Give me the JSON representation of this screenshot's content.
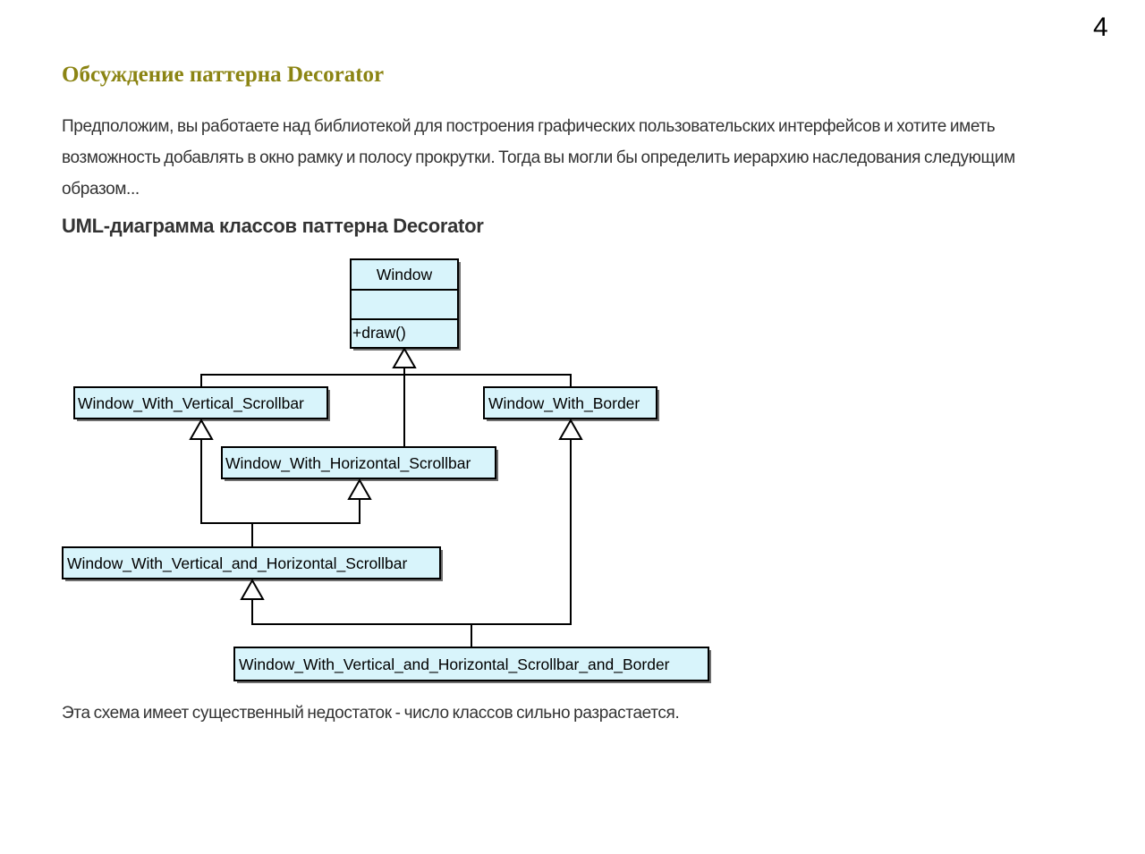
{
  "page_number": "4",
  "title": "Обсуждение паттерна Decorator",
  "intro_lines": [
    "Предположим, вы работаете над библиотекой для построения графических пользовательских интерфейсов и хотите иметь",
    "возможность добавлять в окно рамку и полосу прокрутки. Тогда вы могли бы определить иерархию наследования следующим",
    "образом..."
  ],
  "diagram_title": "UML-диаграмма классов паттерна Decorator",
  "diagram": {
    "classes": {
      "window": {
        "name": "Window",
        "attributes": "",
        "operations": "+draw()"
      },
      "vertical_scrollbar": {
        "name": "Window_With_Vertical_Scrollbar"
      },
      "border": {
        "name": "Window_With_Border"
      },
      "horizontal_scrollbar": {
        "name": "Window_With_Horizontal_Scrollbar"
      },
      "vertical_horizontal": {
        "name": "Window_With_Vertical_and_Horizontal_Scrollbar"
      },
      "vertical_horizontal_border": {
        "name": "Window_With_Vertical_and_Horizontal_Scrollbar_and_Border"
      }
    },
    "inheritance": [
      {
        "child": "Window_With_Vertical_Scrollbar",
        "parent": "Window"
      },
      {
        "child": "Window_With_Horizontal_Scrollbar",
        "parent": "Window"
      },
      {
        "child": "Window_With_Border",
        "parent": "Window"
      },
      {
        "child": "Window_With_Vertical_and_Horizontal_Scrollbar",
        "parent": "Window_With_Vertical_Scrollbar"
      },
      {
        "child": "Window_With_Vertical_and_Horizontal_Scrollbar",
        "parent": "Window_With_Horizontal_Scrollbar"
      },
      {
        "child": "Window_With_Vertical_and_Horizontal_Scrollbar_and_Border",
        "parent": "Window_With_Vertical_and_Horizontal_Scrollbar"
      },
      {
        "child": "Window_With_Vertical_and_Horizontal_Scrollbar_and_Border",
        "parent": "Window_With_Border"
      }
    ]
  },
  "footer": "Эта схема имеет существенный недостаток - число классов сильно разрастается.",
  "colors": {
    "title": "#8b8413",
    "body_text": "#333333",
    "class_fill": "#d8f4fb"
  }
}
